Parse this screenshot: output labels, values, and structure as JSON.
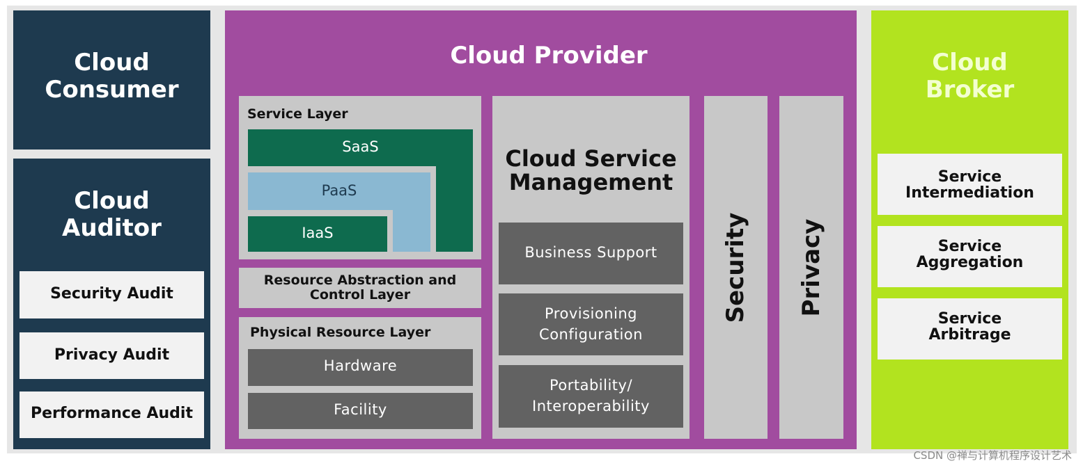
{
  "consumer": {
    "title_line1": "Cloud",
    "title_line2": "Consumer"
  },
  "auditor": {
    "title_line1": "Cloud",
    "title_line2": "Auditor",
    "items": [
      "Security Audit",
      "Privacy Audit",
      "Performance Audit"
    ]
  },
  "provider": {
    "title": "Cloud Provider",
    "service_layer": {
      "label": "Service Layer",
      "saas": "SaaS",
      "paas": "PaaS",
      "iaas": "IaaS"
    },
    "resource_abstraction": {
      "line1": "Resource Abstraction and",
      "line2": "Control Layer"
    },
    "physical_layer": {
      "label": "Physical Resource Layer",
      "hardware": "Hardware",
      "facility": "Facility"
    },
    "management": {
      "title_line1": "Cloud Service",
      "title_line2": "Management",
      "business_support": "Business Support",
      "provisioning_line1": "Provisioning",
      "provisioning_line2": "Configuration",
      "portability_line1": "Portability/",
      "portability_line2": "Interoperability"
    },
    "security": "Security",
    "privacy": "Privacy"
  },
  "broker": {
    "title_line1": "Cloud",
    "title_line2": "Broker",
    "items": [
      {
        "line1": "Service",
        "line2": "Intermediation"
      },
      {
        "line1": "Service",
        "line2": "Aggregation"
      },
      {
        "line1": "Service",
        "line2": "Arbitrage"
      }
    ]
  },
  "watermark": "CSDN @禅与计算机程序设计艺术",
  "colors": {
    "navy": "#1e3a4f",
    "purple": "#a14c9f",
    "lime": "#b2e31f",
    "green": "#0e6b4e",
    "light_blue": "#8ab8d2",
    "grey": "#c8c8c8",
    "dark_grey": "#626262"
  }
}
